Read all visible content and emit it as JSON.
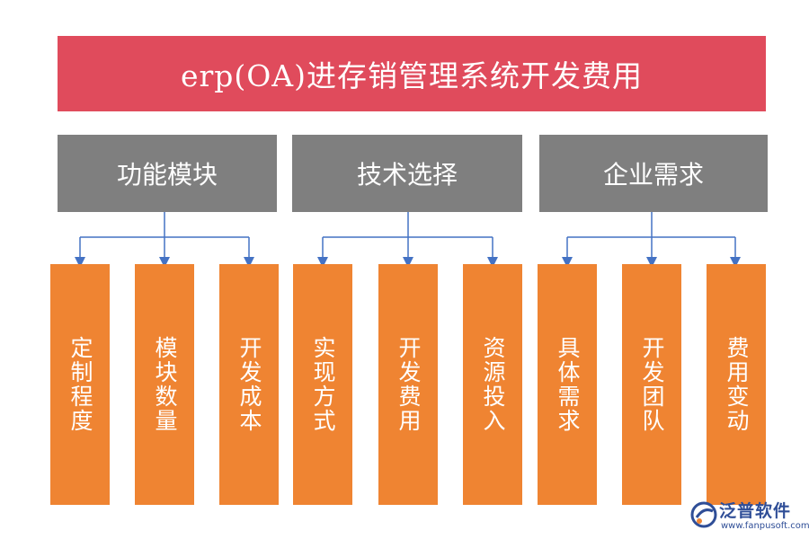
{
  "title": "erp(OA)进存销管理系统开发费用",
  "categories": [
    {
      "label": "功能模块",
      "children": [
        "定制程度",
        "模块数量",
        "开发成本"
      ]
    },
    {
      "label": "技术选择",
      "children": [
        "实现方式",
        "开发费用",
        "资源投入"
      ]
    },
    {
      "label": "企业需求",
      "children": [
        "具体需求",
        "开发团队",
        "费用变动"
      ]
    }
  ],
  "watermark": {
    "brand": "泛普软件",
    "url": "www.fanpusoft.com"
  },
  "colors": {
    "title_bg": "#e04b5c",
    "category_bg": "#7f7f7f",
    "leaf_bg": "#ef8432",
    "connector": "#4472c4",
    "watermark": "#2f4e97"
  }
}
